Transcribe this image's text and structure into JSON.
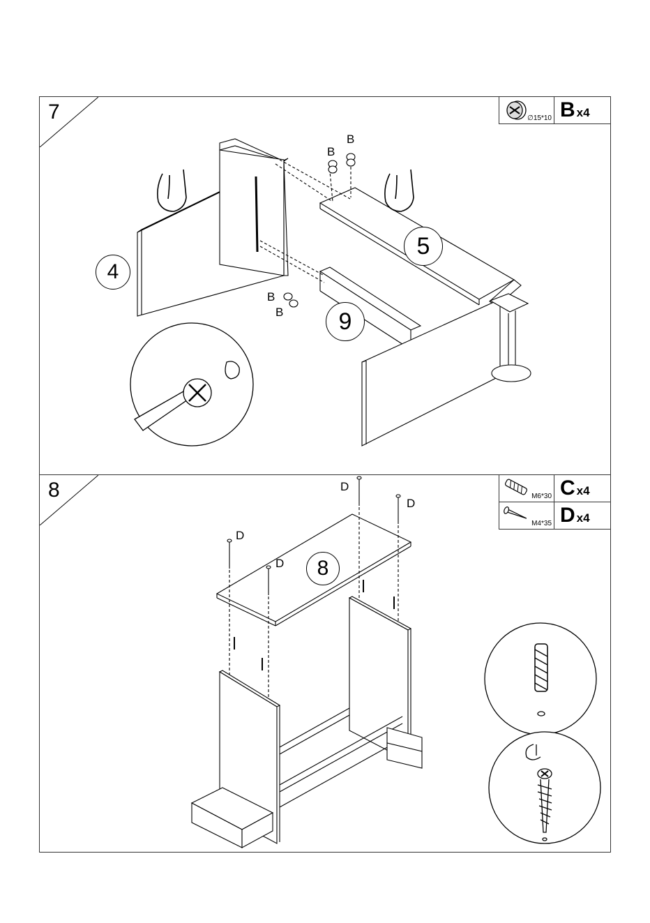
{
  "steps": [
    {
      "number": "7",
      "hardware": [
        {
          "letter": "B",
          "qty": "x4",
          "size": "∅15*10",
          "icon": "cam-lock-icon"
        }
      ],
      "part_numbers": [
        "4",
        "5",
        "9"
      ],
      "callout_labels": [
        "B",
        "B",
        "B",
        "B"
      ]
    },
    {
      "number": "8",
      "hardware": [
        {
          "letter": "C",
          "qty": "x4",
          "size": "M6*30",
          "icon": "wooden-dowel-icon"
        },
        {
          "letter": "D",
          "qty": "x4",
          "size": "M4*35",
          "icon": "screw-icon"
        }
      ],
      "part_numbers": [
        "8"
      ],
      "callout_labels": [
        "D",
        "D",
        "D",
        "D"
      ]
    }
  ],
  "colors": {
    "line": "#000000",
    "border": "#333333"
  }
}
